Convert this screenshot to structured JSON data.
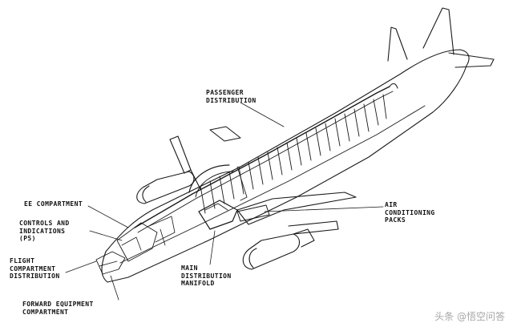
{
  "labels": {
    "passenger_distribution": "PASSENGER\nDISTRIBUTION",
    "air_conditioning_packs": "AIR\nCONDITIONING\nPACKS",
    "ee_compartment": "EE COMPARTMENT",
    "controls_and_indications": "CONTROLS AND\nINDICATIONS\n(P5)",
    "flight_compartment_distribution": "FLIGHT\nCOMPARTMENT\nDISTRIBUTION",
    "main_distribution_manifold": "MAIN\nDISTRIBUTION\nMANIFOLD",
    "forward_equipment_compartment": "FORWARD EQUIPMENT\nCOMPARTMENT"
  },
  "watermark": "头条 @悟空问答",
  "colors": {
    "line": "#1a1a1a",
    "background": "#ffffff"
  }
}
